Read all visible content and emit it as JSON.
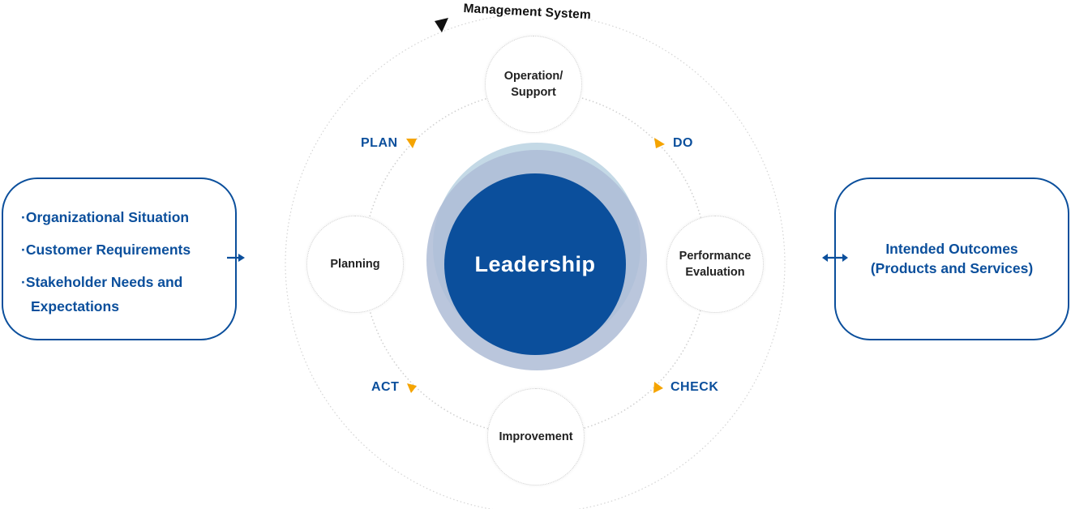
{
  "system_title": "Management System",
  "inputs": {
    "items": [
      {
        "bullet": "·",
        "text": "Organizational Situation",
        "cont": ""
      },
      {
        "bullet": "·",
        "text": "Customer Requirements",
        "cont": ""
      },
      {
        "bullet": "·",
        "text": "Stakeholder Needs and",
        "cont": "Expectations"
      }
    ]
  },
  "outputs": {
    "line1": "Intended Outcomes",
    "line2": "(Products and Services)"
  },
  "center": {
    "label": "Leadership"
  },
  "nodes": {
    "top": {
      "line1": "Operation/",
      "line2": "Support"
    },
    "left": {
      "line1": "Planning"
    },
    "right": {
      "line1": "Performance",
      "line2": "Evaluation"
    },
    "bottom": {
      "line1": "Improvement"
    }
  },
  "phases": {
    "plan": "PLAN",
    "do": "DO",
    "check": "CHECK",
    "act": "ACT"
  },
  "colors": {
    "primary": "#0b4f9c",
    "accent_arrow": "#f5a400",
    "halo_light": "#c4d9e6",
    "halo_mid": "#aebcd6"
  }
}
